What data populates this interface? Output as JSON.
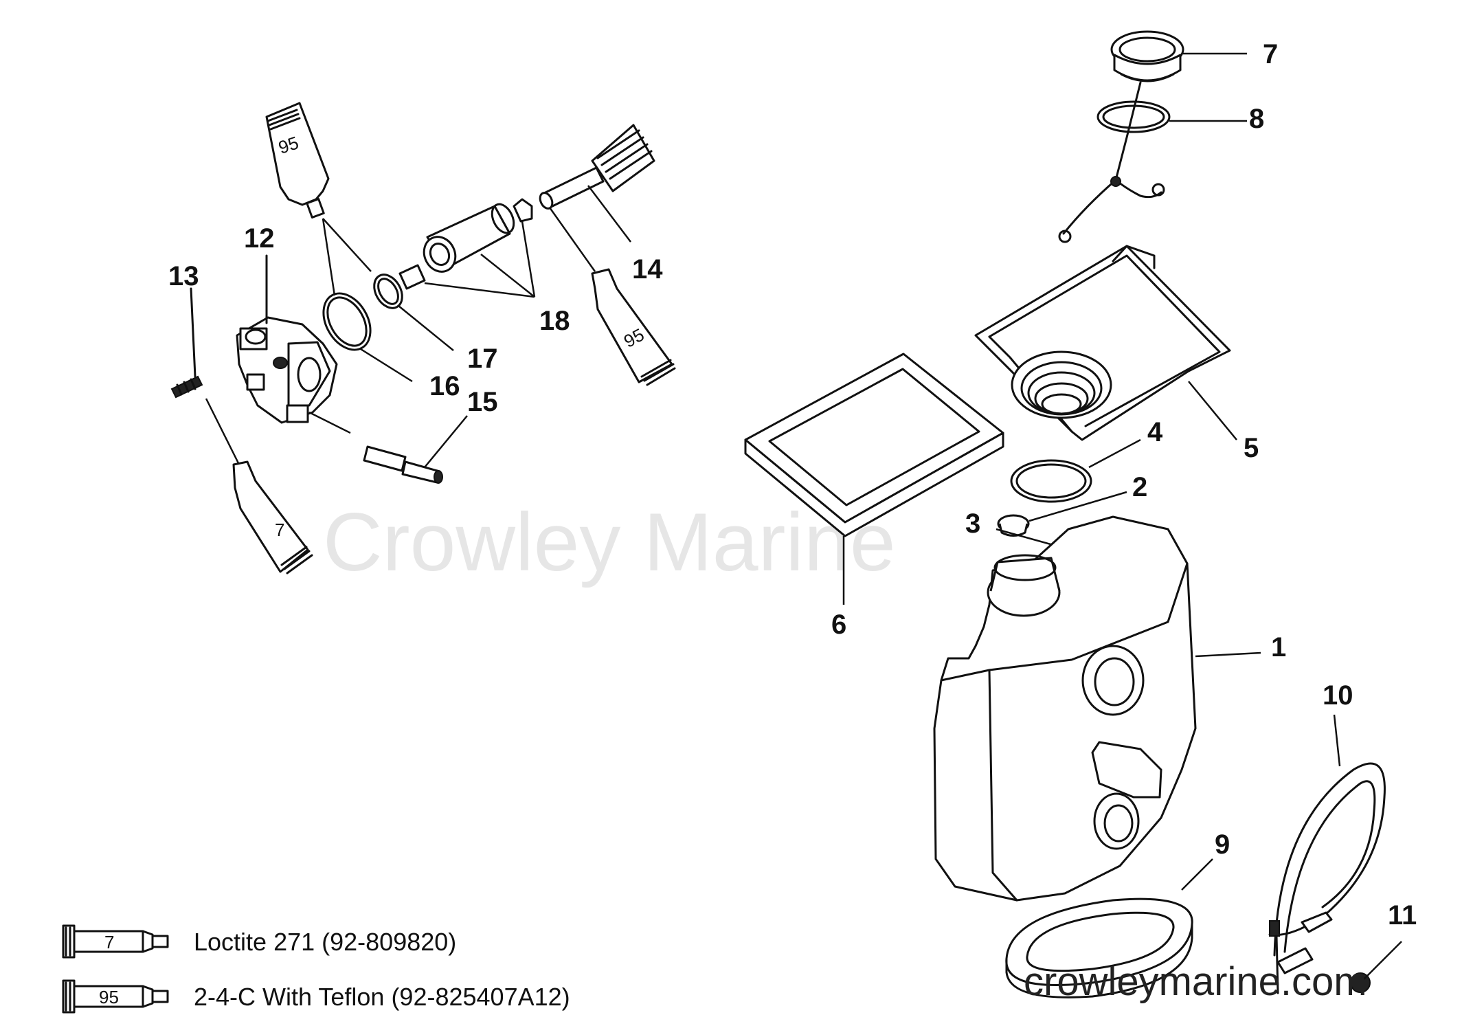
{
  "diagram": {
    "watermark": "Crowley Marine",
    "footer_watermark": "crowleymarine.com",
    "callouts": [
      "1",
      "2",
      "3",
      "4",
      "5",
      "6",
      "7",
      "8",
      "9",
      "10",
      "11",
      "12",
      "13",
      "14",
      "15",
      "16",
      "17",
      "18"
    ],
    "tube_labels": {
      "tube_95_a": "95",
      "tube_95_b": "95",
      "tube_7": "7"
    },
    "legend": [
      {
        "code": "7",
        "text": "Loctite 271 (92-809820)"
      },
      {
        "code": "95",
        "text": "2-4-C  With Teflon (92-825407A12)"
      }
    ]
  }
}
